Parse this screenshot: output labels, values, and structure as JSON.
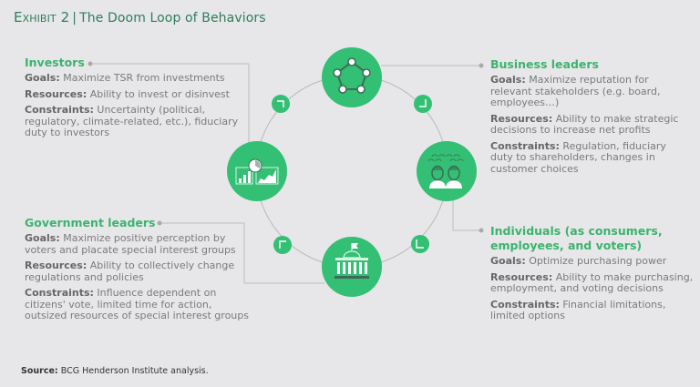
{
  "title": {
    "exhibit": "Exhibit 2",
    "separator": "|",
    "text": "The Doom Loop of Behaviors"
  },
  "colors": {
    "accent_green": "#33bf74",
    "heading_green": "#3bb36e",
    "title_green": "#2e7d5b",
    "connector_gray": "#b5b5b5",
    "background": "#e7e7e9"
  },
  "nodes": [
    {
      "id": "business",
      "icon": "network-pentagon-icon"
    },
    {
      "id": "individuals",
      "icon": "people-crowd-icon"
    },
    {
      "id": "government",
      "icon": "capitol-building-icon"
    },
    {
      "id": "investors",
      "icon": "charts-dashboard-icon"
    }
  ],
  "arrows": [
    {
      "position": "top-left",
      "icon": "arrow-corner-icon"
    },
    {
      "position": "top-right",
      "icon": "arrow-corner-icon"
    },
    {
      "position": "bottom-right",
      "icon": "arrow-corner-icon"
    },
    {
      "position": "bottom-left",
      "icon": "arrow-corner-icon"
    }
  ],
  "actors": {
    "investors": {
      "heading": "Investors",
      "goals_label": "Goals:",
      "goals": " Maximize TSR from investments",
      "resources_label": "Resources:",
      "resources": " Ability to invest or disinvest",
      "constraints_label": "Constraints:",
      "constraints": " Uncertainty (political, regulatory, climate-related, etc.), fiduciary duty to investors"
    },
    "business": {
      "heading": "Business leaders",
      "goals_label": "Goals:",
      "goals": " Maximize reputation for relevant stakeholders (e.g. board, employees…)",
      "resources_label": "Resources:",
      "resources": " Ability to make strategic decisions to increase net profits",
      "constraints_label": "Constraints:",
      "constraints": " Regulation, fiduciary duty to shareholders, changes in customer choices"
    },
    "government": {
      "heading": "Government leaders",
      "goals_label": "Goals:",
      "goals": " Maximize positive perception by voters and placate special interest groups",
      "resources_label": "Resources:",
      "resources": " Ability to collectively change regulations and policies",
      "constraints_label": "Constraints:",
      "constraints": " Influence dependent on citizens' vote, limited time for action, outsized resources of special interest groups"
    },
    "individuals": {
      "heading": "Individuals (as consumers, employees, and voters)",
      "goals_label": "Goals:",
      "goals": " Optimize purchasing power",
      "resources_label": "Resources:",
      "resources": " Ability to make purchasing, employment, and voting decisions",
      "constraints_label": "Constraints:",
      "constraints": " Financial limitations, limited options"
    }
  },
  "source": {
    "label": "Source:",
    "text": " BCG Henderson Institute analysis."
  }
}
